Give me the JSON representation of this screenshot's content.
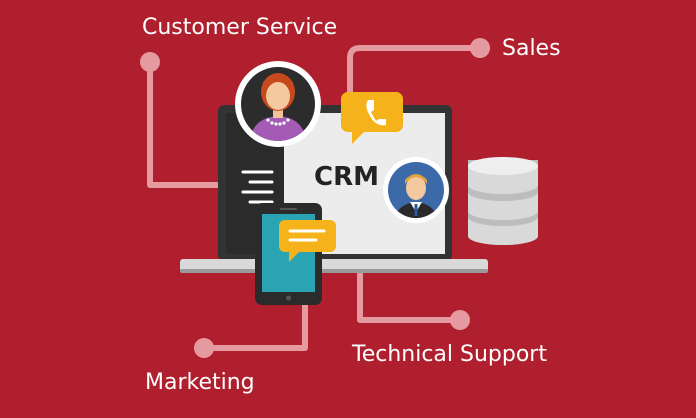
{
  "labels": {
    "customer_service": "Customer Service",
    "sales": "Sales",
    "technical_support": "Technical Support",
    "marketing": "Marketing"
  },
  "center_label": "CRM",
  "colors": {
    "background": "#b01f2d",
    "connector": "#e59aa0",
    "laptop_frame": "#333333",
    "laptop_screen": "#ececec",
    "chat_bubble": "#f5b21a",
    "phone_screen": "#2aa4b2",
    "database": "#d9d9d9"
  },
  "icons": {
    "laptop": "laptop-icon",
    "phone": "smartphone-icon",
    "database": "database-icon",
    "female_avatar": "female-avatar-icon",
    "male_avatar": "male-avatar-icon",
    "chat_bubble_phone": "phone-call-bubble-icon",
    "chat_bubble_message": "message-bubble-icon"
  }
}
